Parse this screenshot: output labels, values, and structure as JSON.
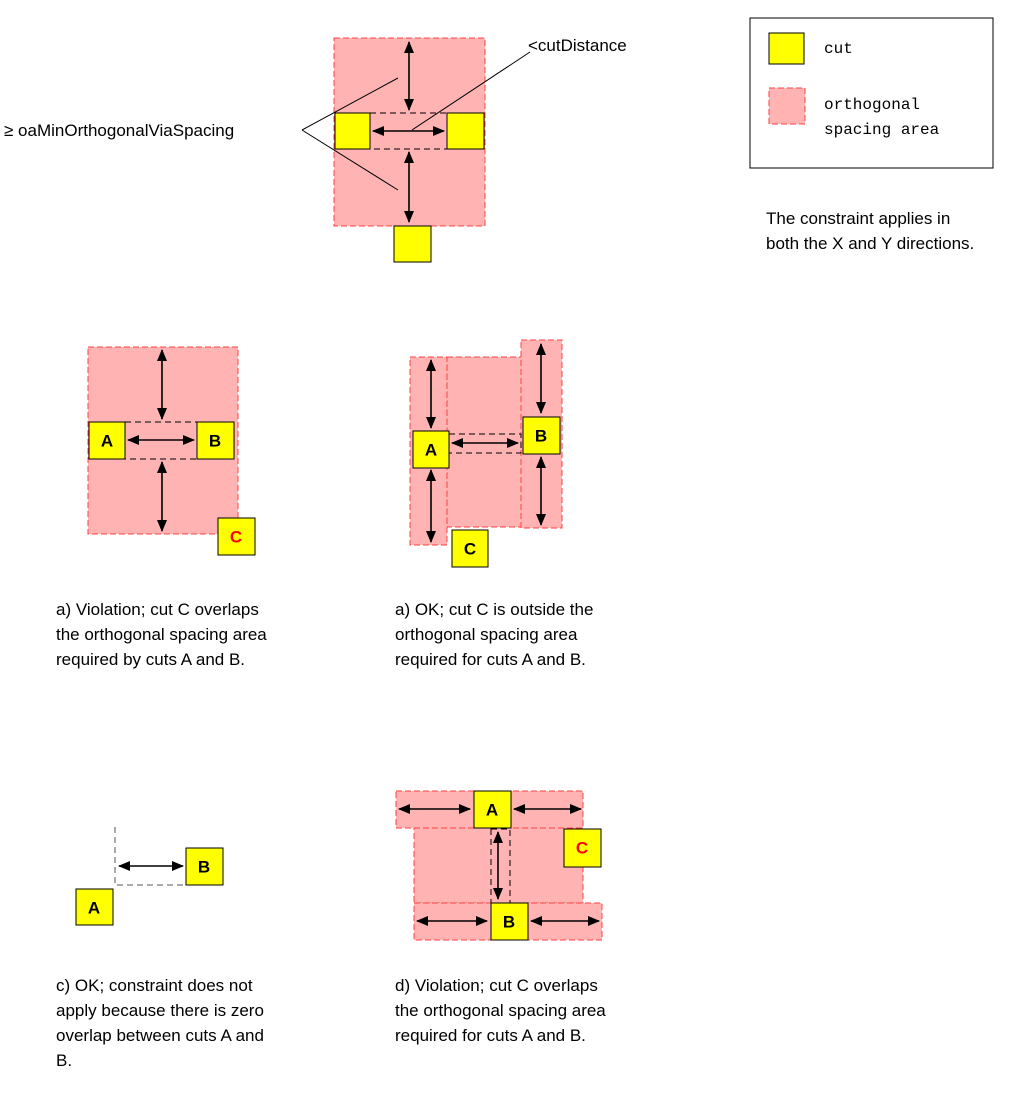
{
  "top": {
    "min_spacing_label": "≥ oaMinOrthogonalViaSpacing",
    "cut_distance_label": "<cutDistance"
  },
  "legend": {
    "cut": "cut",
    "area_line1": "orthogonal",
    "area_line2": "spacing area"
  },
  "note": "The constraint applies in both the X and Y directions.",
  "cut_labels": {
    "a": "A",
    "b": "B",
    "c": "C"
  },
  "captions": {
    "a_violation": "a) Violation; cut C overlaps the orthogonal spacing area required by cuts A and B.",
    "a_ok": "a) OK; cut C is outside the orthogonal spacing area required for cuts A and B.",
    "c_ok": "c) OK; constraint does not apply because there is zero overlap between cuts A and B.",
    "d_violation": "d) Violation; cut C overlaps the orthogonal spacing area required for cuts A and B."
  },
  "colors": {
    "cut_fill": "#ffff00",
    "area_fill": "#ffb3b3",
    "area_border": "#ff4040",
    "violating_label": "#ff0000"
  }
}
